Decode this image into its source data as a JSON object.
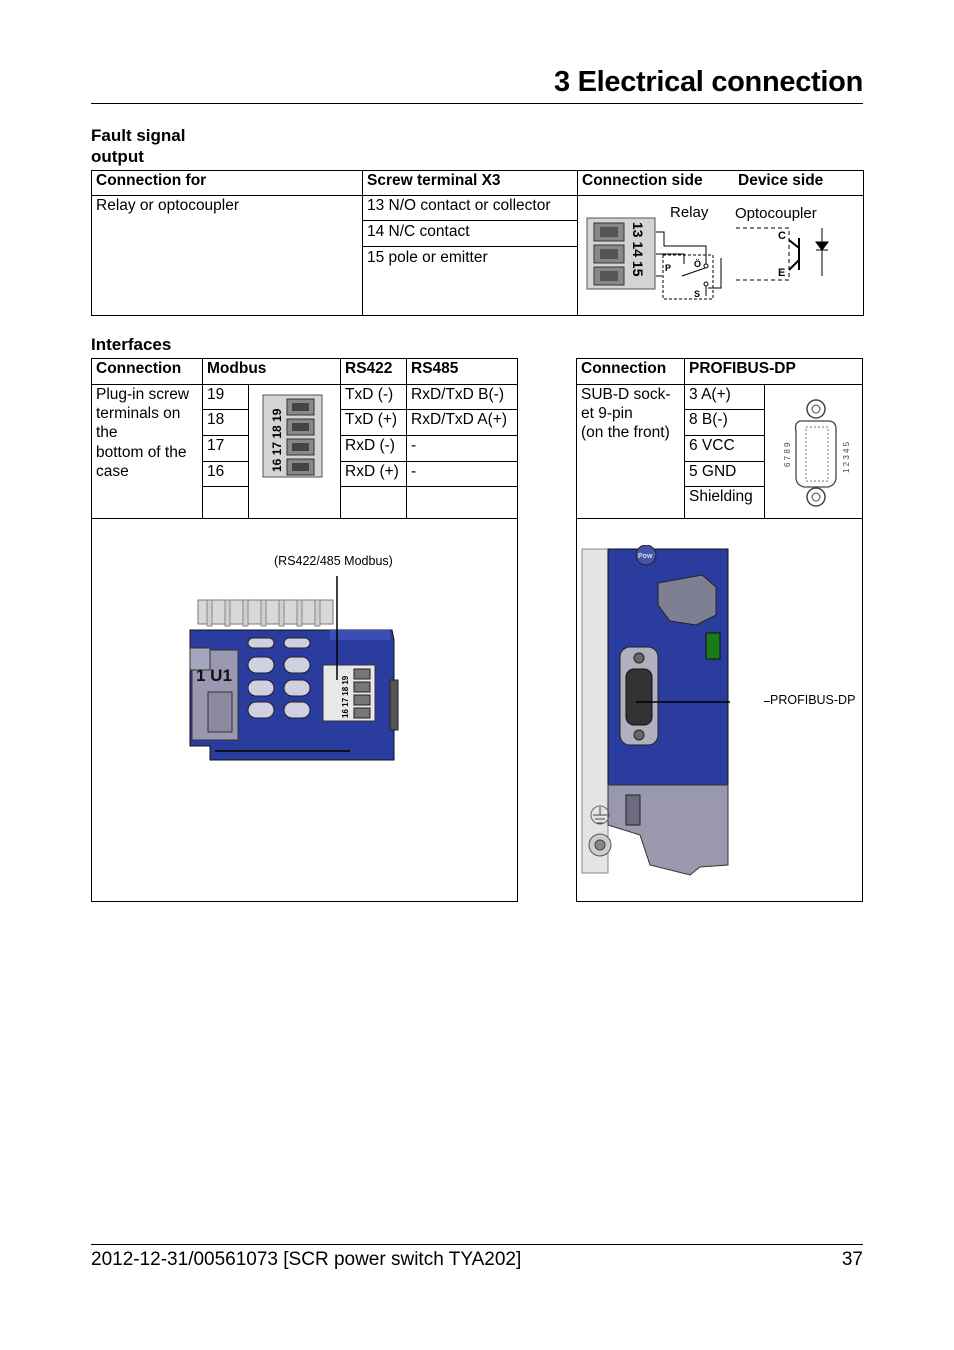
{
  "header": {
    "chapter_title": "3 Electrical connection"
  },
  "fault_signal": {
    "section_title_l1": "Fault signal",
    "section_title_l2": "output",
    "col_connection_for": "Connection for",
    "col_screw_terminal": "Screw terminal X3",
    "col_connection_side": "Connection side",
    "col_device_side": "Device side",
    "connection_for": "Relay or optocoupler",
    "terminals": [
      "13 N/O contact or collector",
      "14 N/C contact",
      "15 pole or emitter"
    ],
    "diagram": {
      "terminal_numbers": "13 14 15",
      "relay_label": "Relay",
      "optocoupler_label": "Optocoupler",
      "p_label": "P",
      "o_label": "Ö",
      "s_label": "S",
      "c_label": "C",
      "e_label": "E"
    }
  },
  "interfaces": {
    "section_title": "Interfaces",
    "left_table": {
      "col_connection": "Connection",
      "col_modbus": "Modbus",
      "col_rs422": "RS422",
      "col_rs485": "RS485",
      "connection_lines": [
        "Plug-in screw",
        "terminals on",
        "the",
        "bottom of the",
        "case"
      ],
      "rows": [
        {
          "modbus": "19",
          "rs422": "TxD (-)",
          "rs485": "RxD/TxD B(-)"
        },
        {
          "modbus": "18",
          "rs422": "TxD (+)",
          "rs485": "RxD/TxD A(+)"
        },
        {
          "modbus": "17",
          "rs422": "RxD (-)",
          "rs485": "-"
        },
        {
          "modbus": "16",
          "rs422": "RxD (+)",
          "rs485": "-"
        }
      ],
      "terminal_numbers": "16 17 18 19",
      "figure_caption": "(RS422/485 Modbus)",
      "figure_terminal_numbers": "16 17 18 19",
      "figure_u1_label": "1 U1"
    },
    "right_table": {
      "col_connection": "Connection",
      "col_profibus": "PROFIBUS-DP",
      "connection_lines": [
        "SUB-D sock-",
        "et 9-pin",
        "(on the front)"
      ],
      "pins": [
        "3 A(+)",
        "8 B(-)",
        "6 VCC",
        "5 GND",
        "Shielding"
      ],
      "connector_pins_left": "6 7 8 9",
      "connector_pins_right": "1 2 3 4 5",
      "figure_caption": "PROFIBUS-DP",
      "figure_small_label": "Pow"
    }
  },
  "footer": {
    "doc_id": "2012-12-31/00561073 [SCR power switch TYA202]",
    "page_number": "37"
  }
}
